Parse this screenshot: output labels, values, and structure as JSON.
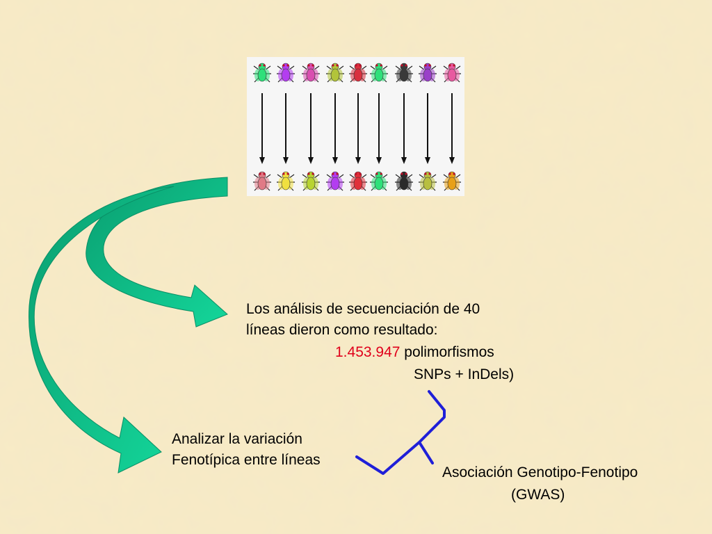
{
  "colors": {
    "background": "#f8ebc6",
    "arrow_green": "#10c48c",
    "arrow_dark": "#0a8f66",
    "highlight_red": "#e0001b",
    "brace_blue": "#1f1fd8"
  },
  "flies": {
    "top_colors": [
      "#2ee07a",
      "#b33df0",
      "#d94fb0",
      "#b2c43a",
      "#d9303e",
      "#2ee07a",
      "#3a3a3a",
      "#9a3fc9",
      "#e85aa0"
    ],
    "bottom_colors": [
      "#e07a86",
      "#f0e040",
      "#b8d430",
      "#b33df0",
      "#e0303a",
      "#2ee07a",
      "#2a2a2a",
      "#b8bf40",
      "#e8a018"
    ]
  },
  "sequencing_text": {
    "line1": "Los análisis de secuenciación de 40",
    "line2": "líneas dieron como resultado:",
    "count": "1.453.947",
    "count_suffix": " polimorfismos",
    "line4": "SNPs + InDels)"
  },
  "phenotype_text": {
    "line1": "Analizar la variación",
    "line2": "Fenotípica entre líneas"
  },
  "association_text": {
    "line1": "Asociación Genotipo-Fenotipo",
    "line2": "(GWAS)"
  }
}
